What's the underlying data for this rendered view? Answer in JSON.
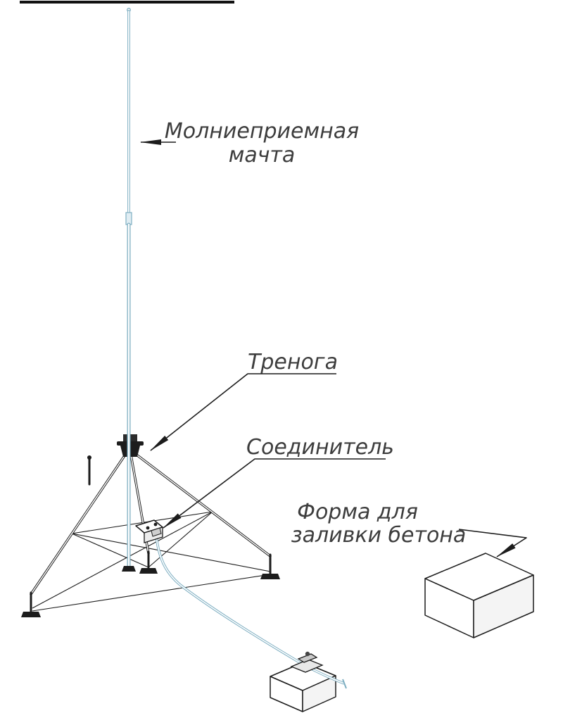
{
  "figure": {
    "labels": {
      "mast_line1": "Молниеприемная",
      "mast_line2": "мачта",
      "tripod": "Тренога",
      "connector": "Соединитель",
      "form_line1": "Форма для",
      "form_line2": "заливки бетона"
    },
    "colors": {
      "outline": "#1c1c1c",
      "conductor": "#7fafc2",
      "text": "#3d3d3d",
      "background": "#ffffff"
    }
  }
}
